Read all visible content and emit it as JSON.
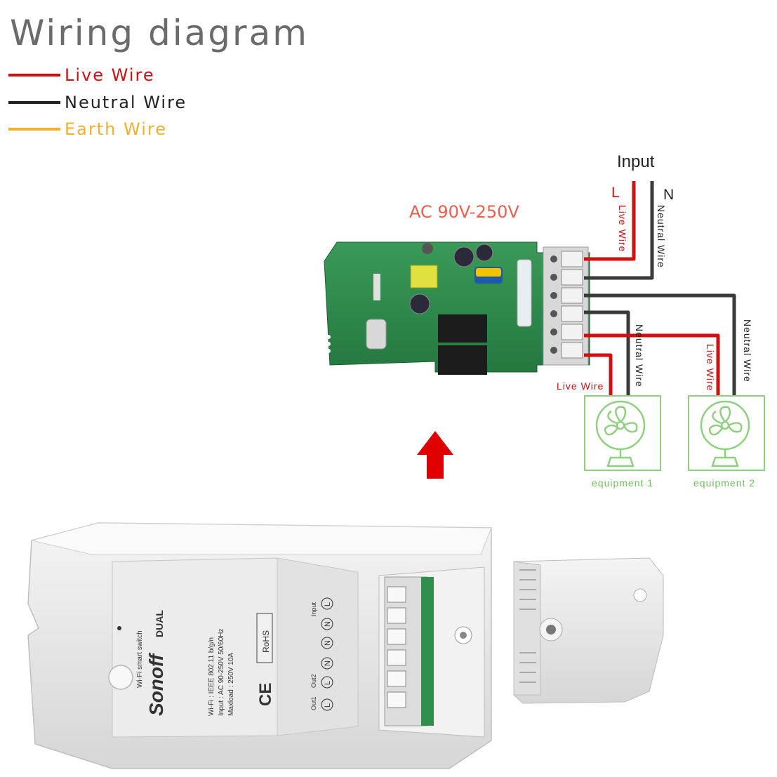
{
  "title": "Wiring diagram",
  "legend": [
    {
      "label": "Live Wire",
      "color": "#d01010"
    },
    {
      "label": "Neutral Wire",
      "color": "#222222"
    },
    {
      "label": "Earth Wire",
      "color": "#f0b030"
    }
  ],
  "board": {
    "voltage_label": "AC 90V-250V"
  },
  "input": {
    "title": "Input",
    "live_letter": "L",
    "neutral_letter": "N"
  },
  "wire_labels": {
    "live": "Live Wire",
    "neutral": "Neutral Wire"
  },
  "equipment": [
    {
      "label": "equipment 1"
    },
    {
      "label": "equipment 2"
    }
  ],
  "colors": {
    "live": "#d01010",
    "neutral": "#3a3a3a",
    "equipment": "#8fd07f",
    "pcb": "#2f8f4f",
    "arrow": "#e00000",
    "board_label": "#e86050"
  }
}
